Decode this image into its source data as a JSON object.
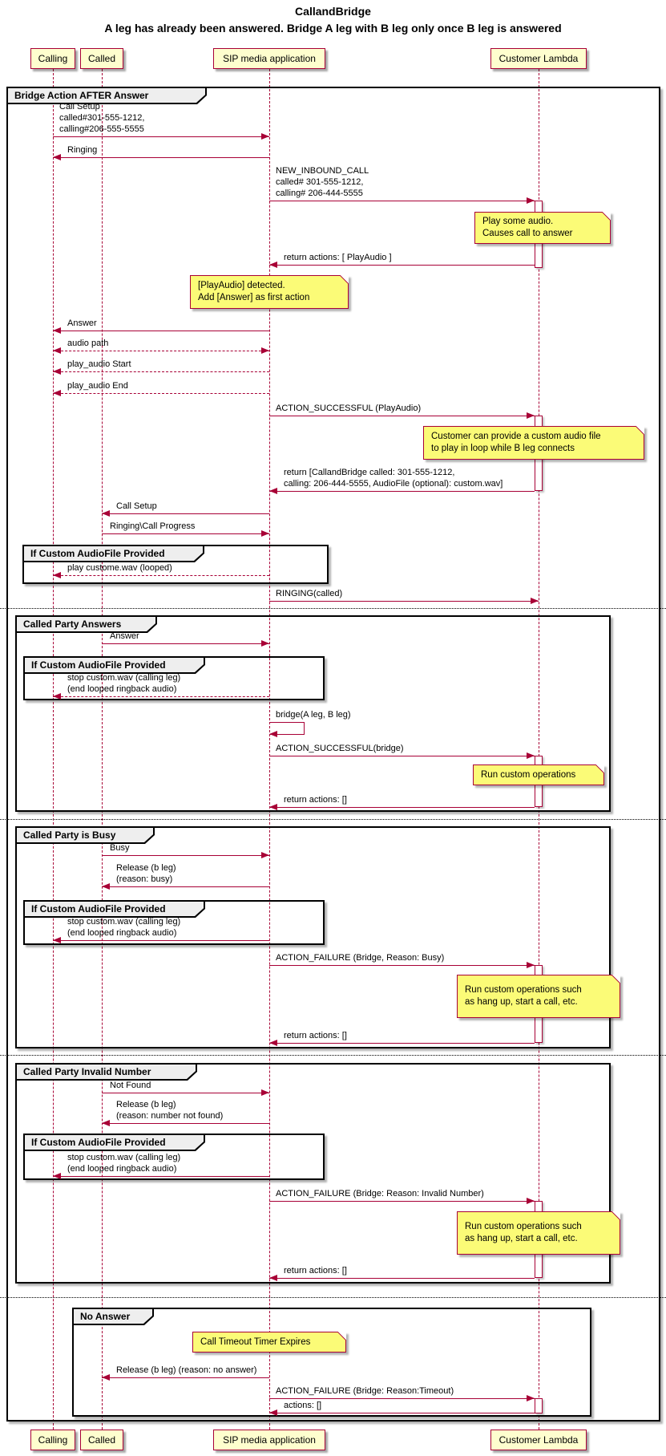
{
  "title": "CallandBridge",
  "subtitle": "A leg has already been answered. Bridge A leg with B leg only once B leg is answered",
  "participants": [
    {
      "name": "Calling"
    },
    {
      "name": "Called"
    },
    {
      "name": "SIP media application"
    },
    {
      "name": "Customer Lambda"
    }
  ],
  "colors": {
    "accent": "#A80036",
    "participant_fill": "#FEFECE",
    "note_fill": "#FBFB77",
    "frame_border": "#000000",
    "tab_fill": "#EEEEEE"
  },
  "frames": {
    "outer": {
      "label": "Bridge Action AFTER Answer"
    },
    "if_custom": {
      "label": "If Custom AudioFile Provided"
    },
    "answers": {
      "label": "Called Party Answers"
    },
    "busy": {
      "label": "Called Party is Busy"
    },
    "invalid": {
      "label": "Called Party Invalid Number"
    },
    "no_answer": {
      "label": "No Answer"
    }
  },
  "messages": [
    {
      "label": "Call Setup\ncalled#301-555-1212,\ncalling#206-555-5555",
      "from": "Calling",
      "to": "SIP media application",
      "line": "solid"
    },
    {
      "label": "Ringing",
      "from": "SIP media application",
      "to": "Calling",
      "line": "solid"
    },
    {
      "label": "NEW_INBOUND_CALL\ncalled# 301-555-1212,\ncalling# 206-444-5555",
      "from": "SIP media application",
      "to": "Customer Lambda",
      "line": "solid"
    },
    {
      "label": "return actions: [ PlayAudio ]",
      "from": "Customer Lambda",
      "to": "SIP media application",
      "line": "solid"
    },
    {
      "label": "Answer",
      "from": "SIP media application",
      "to": "Calling",
      "line": "solid"
    },
    {
      "label": "audio path",
      "from": "Calling",
      "to": "SIP media application",
      "line": "dashed-bidirectional"
    },
    {
      "label": "play_audio Start",
      "from": "SIP media application",
      "to": "Calling",
      "line": "dashed"
    },
    {
      "label": "play_audio End",
      "from": "SIP media application",
      "to": "Calling",
      "line": "dashed"
    },
    {
      "label": "ACTION_SUCCESSFUL (PlayAudio)",
      "from": "SIP media application",
      "to": "Customer Lambda",
      "line": "solid"
    },
    {
      "label": "return [CallandBridge called: 301-555-1212,\ncalling: 206-444-5555, AudioFile (optional): custom.wav]",
      "from": "Customer Lambda",
      "to": "SIP media application",
      "line": "solid"
    },
    {
      "label": "Call Setup",
      "from": "SIP media application",
      "to": "Called",
      "line": "solid"
    },
    {
      "label": "Ringing\\Call Progress",
      "from": "Called",
      "to": "SIP media application",
      "line": "solid"
    },
    {
      "label": "play custome.wav (looped)",
      "from": "SIP media application",
      "to": "Calling",
      "line": "dashed"
    },
    {
      "label": "RINGING(called)",
      "from": "SIP media application",
      "to": "Customer Lambda",
      "line": "solid"
    },
    {
      "label": "Answer",
      "from": "Called",
      "to": "SIP media application",
      "line": "solid"
    },
    {
      "label": "stop custom.wav (calling leg)\n(end looped ringback audio)",
      "from": "SIP media application",
      "to": "Calling",
      "line": "dashed"
    },
    {
      "label": "bridge(A leg, B leg)",
      "from": "SIP media application",
      "to": "SIP media application",
      "line": "solid-self"
    },
    {
      "label": "ACTION_SUCCESSFUL(bridge)",
      "from": "SIP media application",
      "to": "Customer Lambda",
      "line": "solid"
    },
    {
      "label": "return actions: []",
      "from": "Customer Lambda",
      "to": "SIP media application",
      "line": "solid"
    },
    {
      "label": "Busy",
      "from": "Called",
      "to": "SIP media application",
      "line": "solid"
    },
    {
      "label": "Release (b leg)\n(reason: busy)",
      "from": "SIP media application",
      "to": "Called",
      "line": "solid"
    },
    {
      "label": "stop custom.wav (calling leg)\n(end looped ringback audio)",
      "from": "SIP media application",
      "to": "Calling",
      "line": "solid"
    },
    {
      "label": "ACTION_FAILURE (Bridge, Reason: Busy)",
      "from": "SIP media application",
      "to": "Customer Lambda",
      "line": "solid"
    },
    {
      "label": "return actions: []",
      "from": "Customer Lambda",
      "to": "SIP media application",
      "line": "solid"
    },
    {
      "label": "Not Found",
      "from": "Called",
      "to": "SIP media application",
      "line": "solid"
    },
    {
      "label": "Release (b leg)\n(reason: number not found)",
      "from": "SIP media application",
      "to": "Called",
      "line": "solid"
    },
    {
      "label": "stop custom.wav (calling leg)\n(end looped ringback audio)",
      "from": "SIP media application",
      "to": "Calling",
      "line": "solid"
    },
    {
      "label": "ACTION_FAILURE (Bridge: Reason: Invalid Number)",
      "from": "SIP media application",
      "to": "Customer Lambda",
      "line": "solid"
    },
    {
      "label": "return actions: []",
      "from": "Customer Lambda",
      "to": "SIP media application",
      "line": "solid"
    },
    {
      "label": "Release (b leg) (reason: no answer)",
      "from": "SIP media application",
      "to": "Called",
      "line": "solid"
    },
    {
      "label": "ACTION_FAILURE (Bridge: Reason:Timeout)",
      "from": "SIP media application",
      "to": "Customer Lambda",
      "line": "solid"
    },
    {
      "label": "actions: []",
      "from": "Customer Lambda",
      "to": "SIP media application",
      "line": "solid"
    }
  ],
  "notes": [
    {
      "text": "Play some audio.\nCauses call to answer"
    },
    {
      "text": "[PlayAudio] detected.\nAdd [Answer] as first action"
    },
    {
      "text": "Customer can provide a custom audio file\nto play in loop while B leg connects"
    },
    {
      "text": "Run custom operations"
    },
    {
      "text": "Run custom operations such\nas hang up, start a call, etc."
    },
    {
      "text": "Run custom operations such\nas hang up, start a call, etc."
    },
    {
      "text": "Call Timeout Timer Expires"
    }
  ]
}
